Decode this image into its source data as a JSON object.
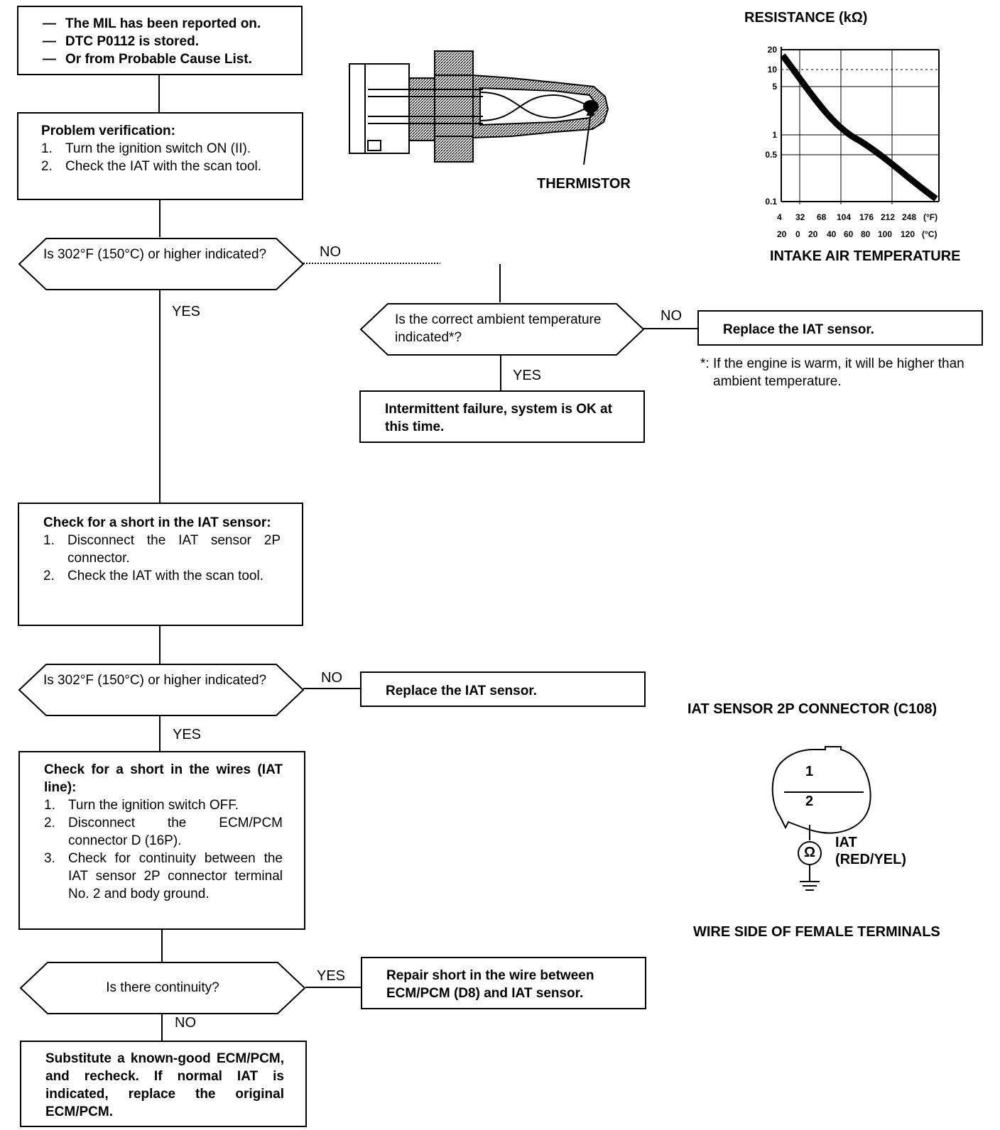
{
  "start_box": {
    "items": [
      "The MIL has been reported on.",
      "DTC P0112 is stored.",
      "Or from Probable Cause List."
    ]
  },
  "problem_box": {
    "title": "Problem verification:",
    "steps": [
      {
        "n": "1.",
        "text": "Turn the ignition switch ON (II)."
      },
      {
        "n": "2.",
        "text": "Check the IAT with the scan tool."
      }
    ]
  },
  "decision1": {
    "question": "Is 302°F (150°C) or higher indicated?",
    "no": "NO",
    "yes": "YES"
  },
  "decision_ambient": {
    "question": "Is the correct ambient temperature indicated*?",
    "no": "NO",
    "yes": "YES"
  },
  "replace_box_1": {
    "text": "Replace the IAT sensor."
  },
  "footnote": {
    "text": "*: If the engine is warm, it will be higher than ambient temperature."
  },
  "intermittent_box": {
    "text": "Intermittent failure, system is OK at this time."
  },
  "short_sensor_box": {
    "title": "Check for a short in the IAT sensor:",
    "steps": [
      {
        "n": "1.",
        "text": "Disconnect the IAT sensor 2P connector."
      },
      {
        "n": "2.",
        "text": "Check the IAT with the scan tool."
      }
    ]
  },
  "decision2": {
    "question": "Is 302°F (150°C) or higher indicated?",
    "no": "NO",
    "yes": "YES"
  },
  "replace_box_2": {
    "text": "Replace the IAT sensor."
  },
  "short_wires_box": {
    "title": "Check for a short in the wires (IAT line):",
    "steps": [
      {
        "n": "1.",
        "text": "Turn the ignition switch OFF."
      },
      {
        "n": "2.",
        "text": "Disconnect the ECM/PCM connector D (16P)."
      },
      {
        "n": "3.",
        "text": "Check for continuity between the IAT sensor 2P connector terminal No. 2 and body ground."
      }
    ]
  },
  "decision3": {
    "question": "Is there continuity?",
    "yes": "YES",
    "no": "NO"
  },
  "repair_box": {
    "text": "Repair short in the wire between ECM/PCM (D8) and IAT sensor."
  },
  "substitute_box": {
    "text": "Substitute a known-good ECM/PCM, and recheck. If normal IAT is indicated, replace the original ECM/PCM."
  },
  "sensor_illustration": {
    "label": "THERMISTOR"
  },
  "graph": {
    "title": "RESISTANCE (kΩ)",
    "y_ticks": [
      "20",
      "10",
      "5",
      "1",
      "0.5",
      "0.1"
    ],
    "x_ticks_f": [
      "4",
      "32",
      "68",
      "104",
      "176",
      "212",
      "248",
      "(°F)"
    ],
    "x_ticks_c": [
      "20",
      "0",
      "20",
      "40",
      "60",
      "80",
      "100",
      "120",
      "(°C)"
    ],
    "xlabel": "INTAKE AIR TEMPERATURE"
  },
  "connector": {
    "title": "IAT SENSOR 2P CONNECTOR (C108)",
    "terminal_1": "1",
    "terminal_2": "2",
    "wire_label": "IAT",
    "wire_color": "(RED/YEL)",
    "ohm_symbol": "Ω",
    "caption": "WIRE SIDE OF FEMALE TERMINALS"
  }
}
